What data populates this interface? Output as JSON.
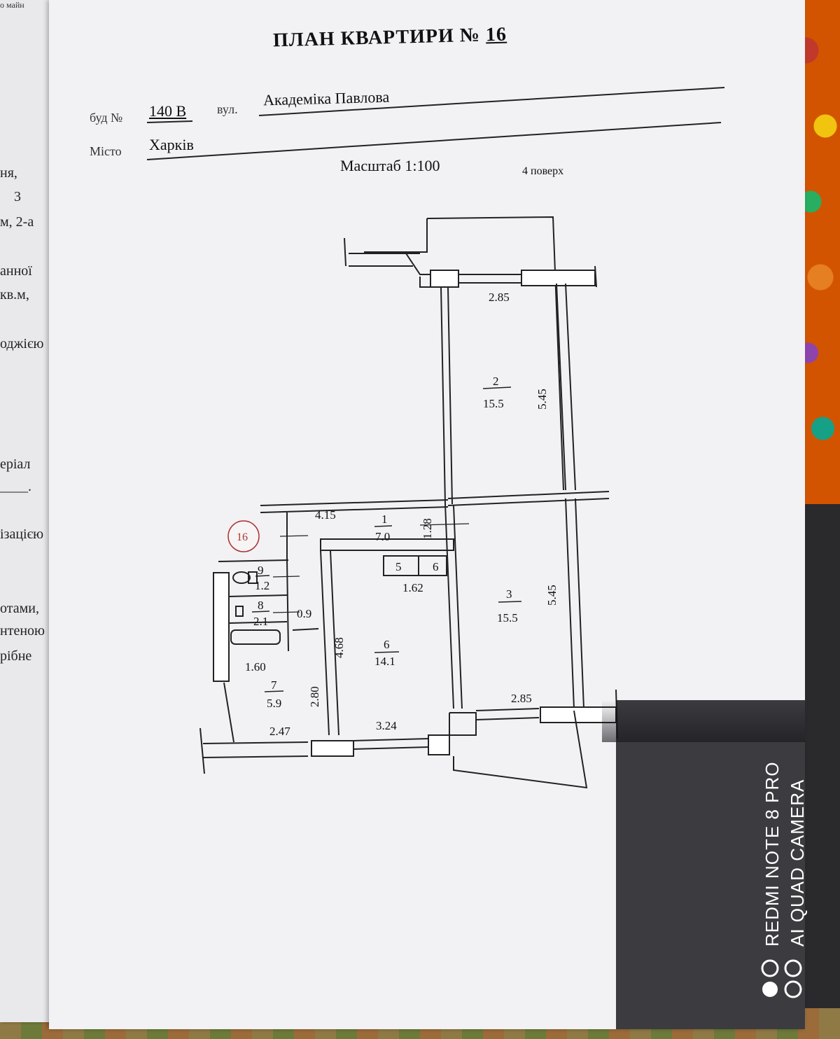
{
  "header": {
    "title_prefix": "ПЛАН КВАРТИРИ №",
    "apartment_number": "16",
    "building_label": "буд №",
    "building_value": "140 В",
    "street_label": "вул.",
    "street_value": "Академіка Павлова",
    "city_label": "Місто",
    "city_value": "Харків",
    "scale": "Масштаб 1:100",
    "floor": "4 поверх"
  },
  "left_page": {
    "corner": "о майн",
    "lines": [
      "ня,",
      "3",
      "м, 2-а",
      "анної",
      "кв.м,",
      "оджією",
      "еріал",
      "____.",
      "ізацією",
      "отами,",
      "нтеною",
      "рібне"
    ]
  },
  "plan": {
    "marker": "16",
    "dimensions": [
      "2.85",
      "5.45",
      "4.15",
      "1.28",
      "1.62",
      "5.45",
      "0.9",
      "4.68",
      "1.60",
      "2.80",
      "2.47",
      "3.24",
      "2.85"
    ],
    "rooms": [
      {
        "num": "1",
        "area": "7.0"
      },
      {
        "num": "2",
        "area": "15.5"
      },
      {
        "num": "3",
        "area": "15.5"
      },
      {
        "num": "5",
        "area": ""
      },
      {
        "num": "6",
        "area": ""
      },
      {
        "num": "6",
        "area": "14.1"
      },
      {
        "num": "7",
        "area": "5.9"
      },
      {
        "num": "8",
        "area": "2.1"
      },
      {
        "num": "9",
        "area": "1.2"
      }
    ]
  },
  "watermark": {
    "line1": "REDMI NOTE 8 PRO",
    "line2": "AI QUAD CAMERA"
  }
}
